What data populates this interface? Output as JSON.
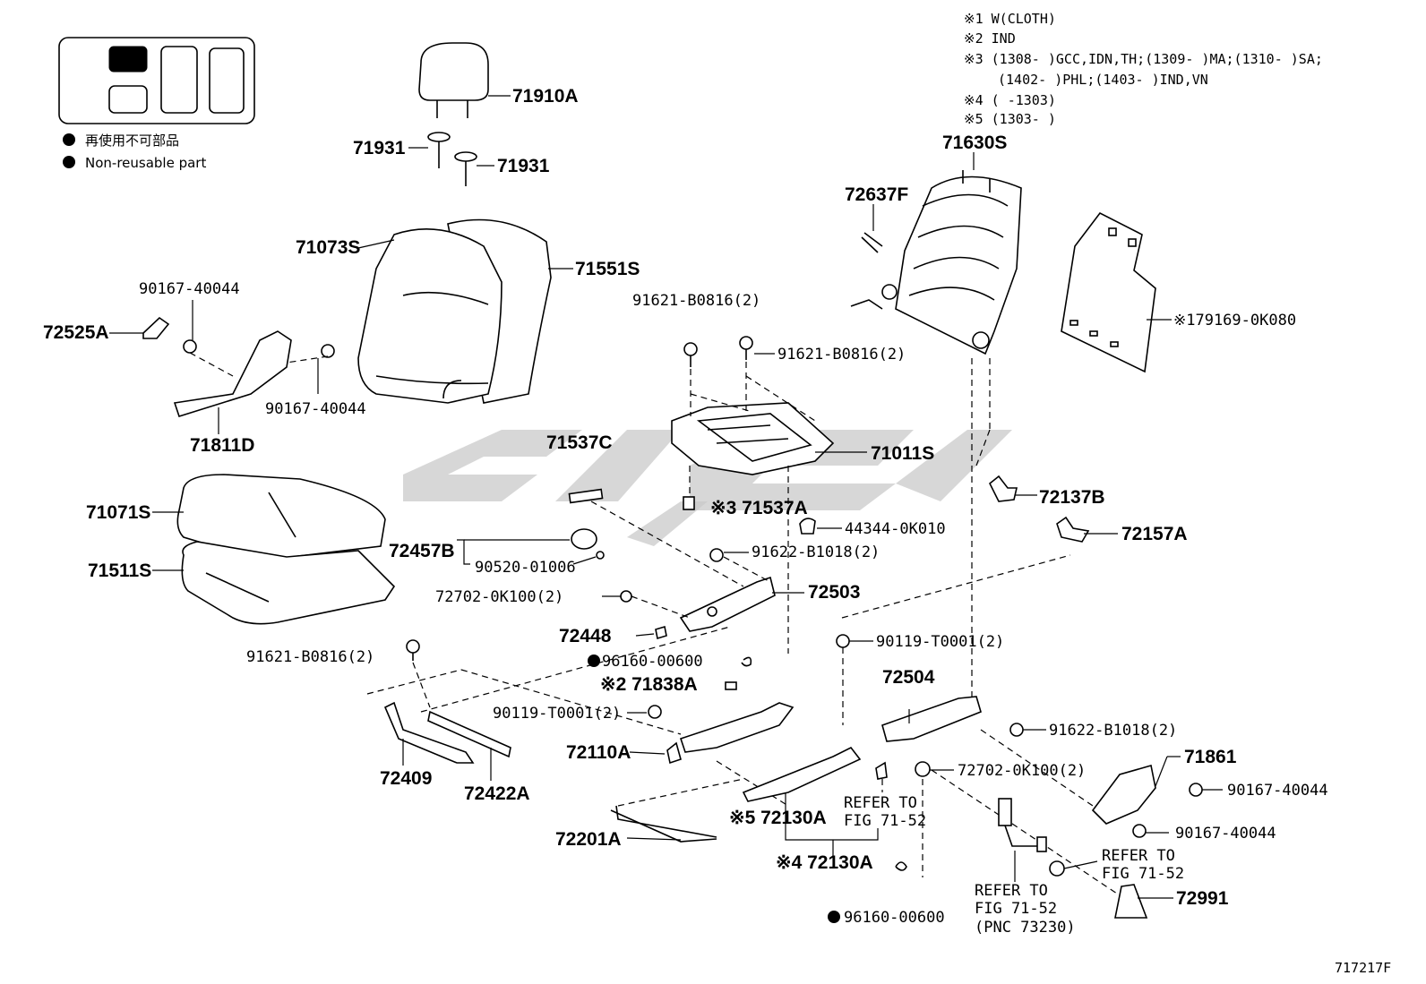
{
  "legend": {
    "text_jp": "再使用不可部品",
    "text_en": "Non-reusable part"
  },
  "notes": {
    "n1": "※1 W(CLOTH)",
    "n2": "※2 IND",
    "n3a": "※3 (1308-      )GCC,IDN,TH;(1309-      )MA;(1310-      )SA;",
    "n3b": "(1402-      )PHL;(1403-      )IND,VN",
    "n4": "※4 (      -1303)",
    "n5": "※5 (1303-      )"
  },
  "labels": {
    "l71910A": "71910A",
    "l71931a": "71931",
    "l71931b": "71931",
    "l71073S": "71073S",
    "l71551S": "71551S",
    "l90167a": "90167-40044",
    "l72525A": "72525A",
    "l90167b": "90167-40044",
    "l71811D": "71811D",
    "l71071S": "71071S",
    "l71511S": "71511S",
    "l72457B": "72457B",
    "l90520": "90520-01006",
    "l72702a": "72702-0K100(2)",
    "l72448": "72448",
    "l96160a": "96160-00600",
    "l71838A": "※2 71838A",
    "l90119a": "90119-T0001(2)",
    "l72110A": "72110A",
    "l91621c": "91621-B0816(2)",
    "l72409": "72409",
    "l72422A": "72422A",
    "l72201A": "72201A",
    "l72130A_5": "※5 72130A",
    "l72130A_4": "※4 72130A",
    "l96160b": "96160-00600",
    "l71537C": "71537C",
    "l71537A": "※3 71537A",
    "l91621a": "91621-B0816(2)",
    "l91621b": "91621-B0816(2)",
    "l71011S": "71011S",
    "l44344": "44344-0K010",
    "l91622a": "91622-B1018(2)",
    "l72503": "72503",
    "l90119b": "90119-T0001(2)",
    "l72504": "72504",
    "l91622b": "91622-B1018(2)",
    "l72702b": "72702-0K100(2)",
    "l71861": "71861",
    "l90167c": "90167-40044",
    "l90167d": "90167-40044",
    "l72991": "72991",
    "l71630S": "71630S",
    "l72637F": "72637F",
    "l179169": "※179169-0K080",
    "l72137B": "72137B",
    "l72157A": "72157A",
    "refer1a": "REFER TO",
    "refer1b": "FIG 71-52",
    "refer2a": "REFER TO",
    "refer2b": "FIG 71-52",
    "refer3a": "REFER TO",
    "refer3b": "FIG 71-52",
    "refer3c": "(PNC 73230)",
    "fig_id": "717217F"
  }
}
